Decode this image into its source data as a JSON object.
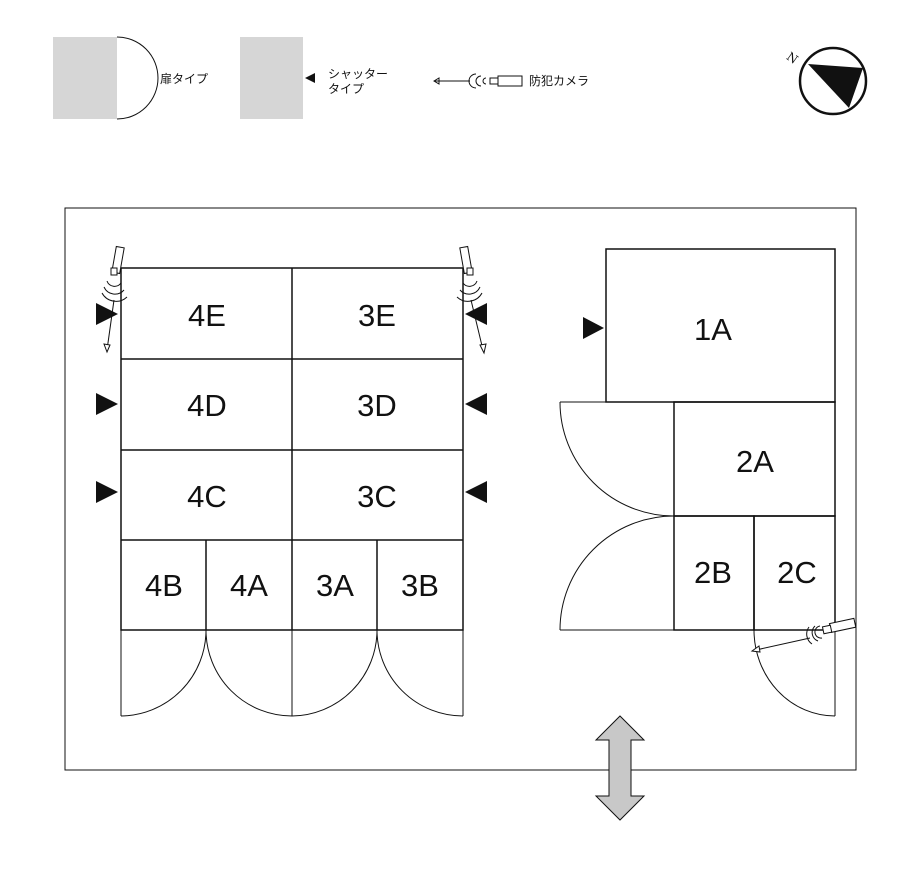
{
  "legend": {
    "door_label": "扉タイプ",
    "shutter_label_line1": "シャッター",
    "shutter_label_line2": "タイプ",
    "camera_label": "防犯カメラ"
  },
  "compass": {
    "north_label": "N"
  },
  "units": [
    "4E",
    "3E",
    "4D",
    "3D",
    "4C",
    "3C",
    "4B",
    "4A",
    "3A",
    "3B",
    "1A",
    "2A",
    "2B",
    "2C"
  ],
  "colors": {
    "legend_fill": "#d6d6d6",
    "arrow_fill": "#c8c8c8",
    "line": "#111111"
  },
  "icons": {
    "shutter": "black-triangle-icon",
    "camera": "security-camera-icon",
    "access": "double-arrow-icon",
    "compass": "compass-icon"
  }
}
